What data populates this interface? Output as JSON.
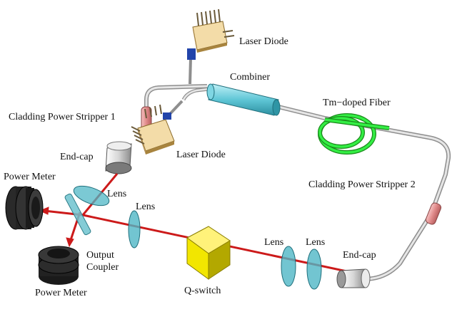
{
  "labels": {
    "laser_diode_top": "Laser Diode",
    "combiner": "Combiner",
    "tm_doped_fiber": "Tm−doped Fiber",
    "cladding_power_stripper_1": "Cladding Power Stripper 1",
    "laser_diode_bottom": "Laser Diode",
    "end_cap_left": "End-cap",
    "power_meter_top": "Power Meter",
    "cladding_power_stripper_2": "Cladding Power Stripper 2",
    "lens_1": "Lens",
    "lens_2": "Lens",
    "output": "Output",
    "coupler": "Coupler",
    "lens_3": "Lens",
    "lens_4": "Lens",
    "end_cap_right": "End-cap",
    "q_switch": "Q-switch",
    "power_meter_bottom": "Power Meter"
  },
  "colors": {
    "laser_beam": "#cc1a1a",
    "fiber": "#b8b8b8",
    "combiner": "#5fc6d6",
    "tm_fiber": "#22dd33",
    "stripper": "#e08a8a",
    "lens": "#4fb7c6",
    "q_switch": "#f2e600",
    "power_meter": "#2a2a2a",
    "laser_diode": "#e7c98a"
  }
}
